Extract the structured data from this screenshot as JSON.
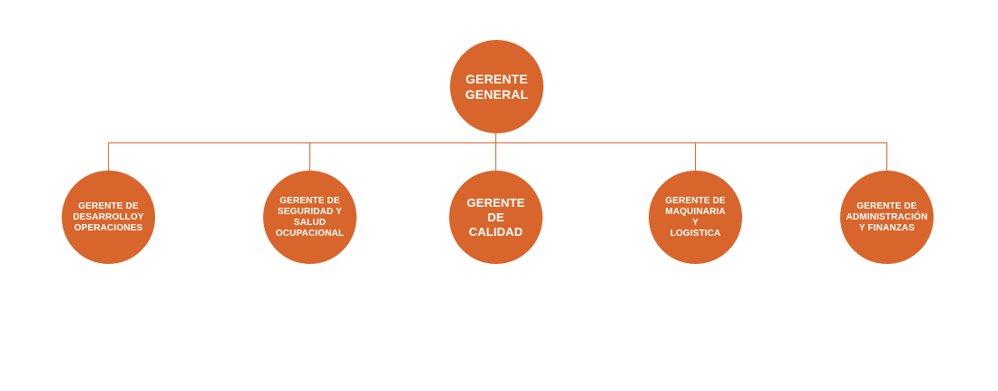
{
  "diagram": {
    "root": {
      "label": "GERENTE\nGENERAL"
    },
    "children": [
      {
        "label": "GERENTE DE\nDESARROLLOY\nOPERACIONES"
      },
      {
        "label": "GERENTE DE\nSEGURIDAD Y\nSALUD\nOCUPACIONAL"
      },
      {
        "label": "GERENTE\nDE\nCALIDAD"
      },
      {
        "label": "GERENTE DE\nMAQUINARIA\nY\nLOGISTICA"
      },
      {
        "label": "GERENTE DE\nADMINISTRACIÓN\nY FINANZAS"
      }
    ],
    "colors": {
      "node": "#d8652b",
      "connector": "#d8682c",
      "text": "#ffffff",
      "background": "#ffffff"
    }
  }
}
